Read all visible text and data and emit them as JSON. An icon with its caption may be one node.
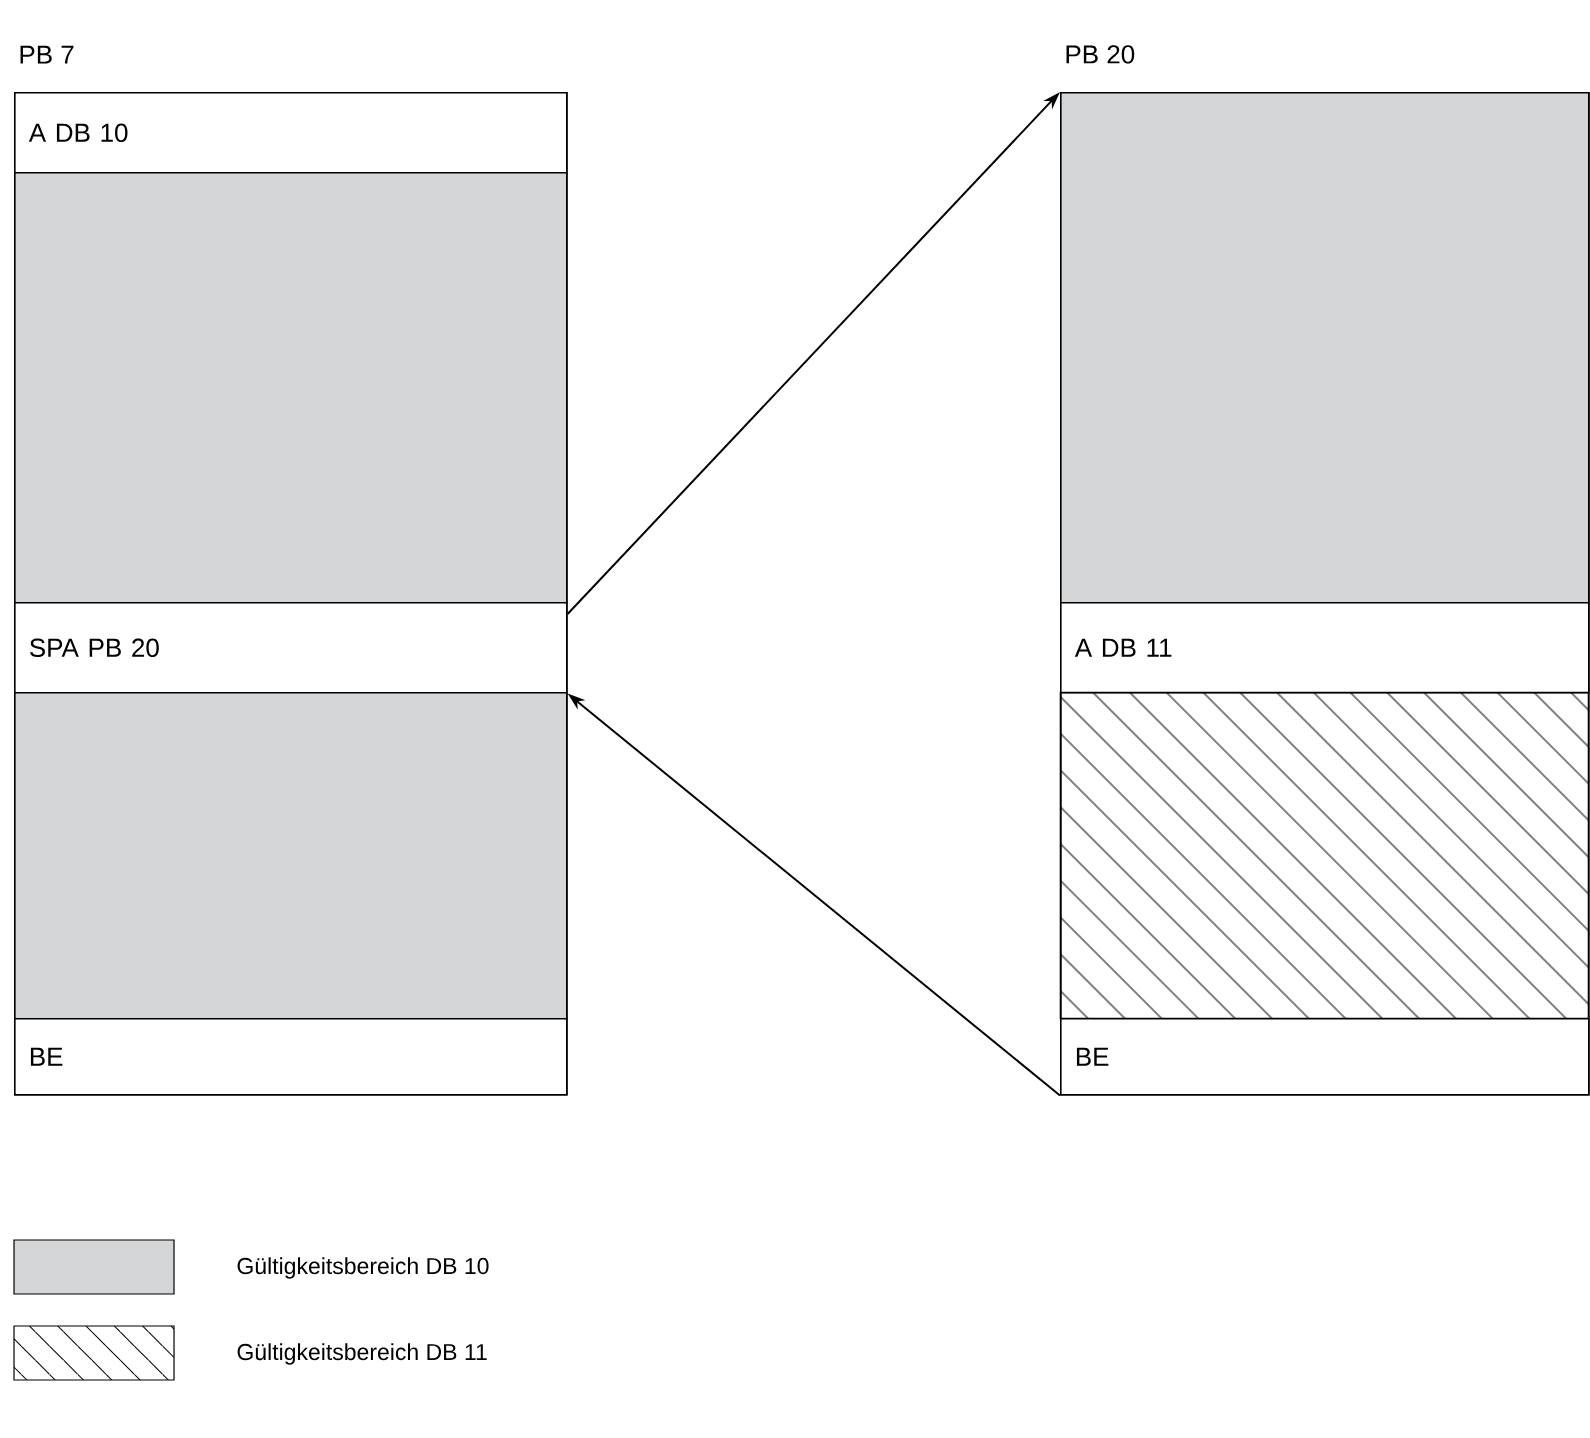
{
  "diagram": {
    "nodes": [
      {
        "text": [
          "PB 7"
        ]
      },
      {
        "text": [
          "A DB 10"
        ],
        "in": 0
      },
      {
        "text": [],
        "shape": "box",
        "in": 0
      },
      {
        "text": [
          "SPA PB 20"
        ],
        "in": 0
      },
      {
        "text": [],
        "shape": "box",
        "in": 0
      },
      {
        "text": [
          "BE"
        ],
        "in": 0
      },
      {
        "text": [
          "PB 20"
        ]
      },
      {
        "text": [],
        "shape": "box",
        "in": 6
      },
      {
        "text": [
          "A DB 11"
        ],
        "in": 6
      },
      {
        "text": [],
        "shape": "box",
        "in": 6
      },
      {
        "text": [
          "BE"
        ],
        "in": 6
      }
    ],
    "edges": [
      {
        "from": 3,
        "to": 6,
        "arrow": "to"
      },
      {
        "from": 10,
        "to": 3,
        "arrow": "to"
      }
    ],
    "legend": [
      {
        "text": "Gültigkeitsbereich DB 10",
        "color": "#d4d5d7"
      },
      {
        "text": "Gültigkeitsbereich DB 11"
      }
    ]
  }
}
